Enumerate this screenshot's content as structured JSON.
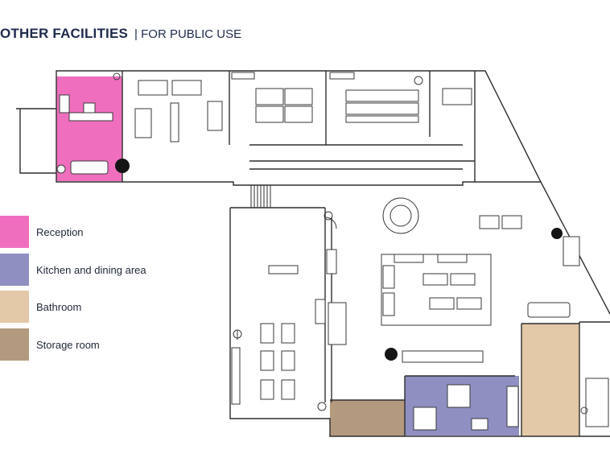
{
  "header": {
    "title": "OTHER FACILITIES",
    "subtitle": "| FOR PUBLIC USE"
  },
  "legend": [
    {
      "label": "Reception",
      "color": "#ef6fbe"
    },
    {
      "label": "Kitchen and dining area",
      "color": "#8f8fc2"
    },
    {
      "label": "Bathroom",
      "color": "#e3c8a8"
    },
    {
      "label": "Storage room",
      "color": "#b39a7f"
    }
  ],
  "colors": {
    "wall": "#2f2f2f",
    "furniture": "#3a3a3a",
    "desk_fill": "#ffffff",
    "plant": "#151515"
  }
}
